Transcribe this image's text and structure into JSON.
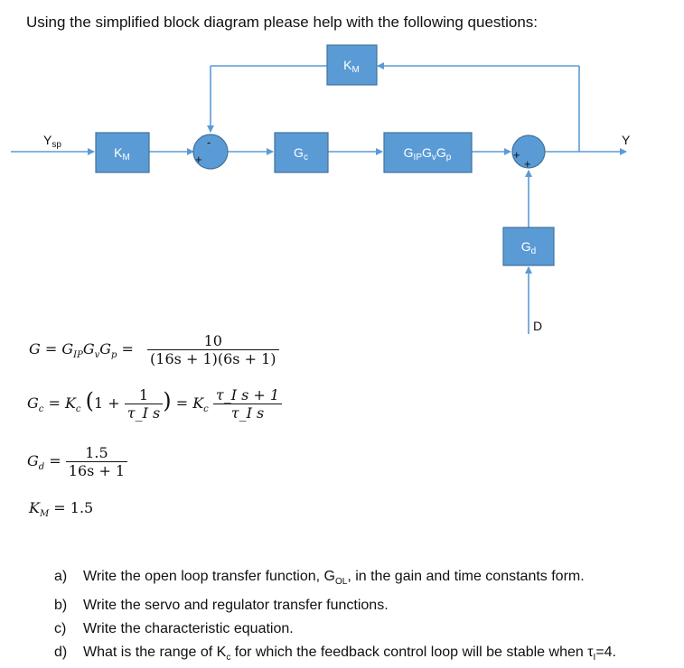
{
  "heading": "Using the simplified block diagram please help with the following questions:",
  "diagram": {
    "blocks": {
      "feedback": "K",
      "feedback_sub": "M",
      "input_scaling": "K",
      "input_scaling_sub": "M",
      "controller": "G",
      "controller_sub": "c",
      "process": "G",
      "process_sub_1": "IP",
      "process_mid_1": "G",
      "process_sub_2": "v",
      "process_mid_2": "G",
      "process_sub_3": "p",
      "disturbance": "G",
      "disturbance_sub": "d"
    },
    "signals": {
      "setpoint": "Y",
      "setpoint_sub": "sp",
      "output": "Y",
      "disturbance_input": "D"
    },
    "signs": {
      "comparator_top": "-",
      "comparator_left": "+",
      "summer_left": "+",
      "summer_bottom": "+"
    }
  },
  "equations": {
    "G": {
      "lhs": "G = G_{IP} G_v G_p =",
      "num": "10",
      "den": "(16s + 1)(6s + 1)"
    },
    "Gc": {
      "lhs": "G_c = K_c",
      "inner_num": "1",
      "inner_den": "τ_I s",
      "rhs_prefix": "= K_c",
      "num": "τ_I s + 1",
      "den": "τ_I s"
    },
    "Gd": {
      "lhs": "G_d =",
      "num": "1.5",
      "den": "16s + 1"
    },
    "KM": "K_M = 1.5"
  },
  "questions": [
    {
      "mark": "a)",
      "text": "Write the open loop transfer function, G",
      "sub": "OL",
      "tail": ", in the gain and time constants form."
    },
    {
      "mark": "b)",
      "text": "Write the servo and regulator transfer functions.",
      "sub": "",
      "tail": ""
    },
    {
      "mark": "c)",
      "text": "Write the characteristic equation.",
      "sub": "",
      "tail": ""
    },
    {
      "mark": "d)",
      "text": "What is the range of K",
      "sub": "c",
      "tail": " for which the feedback control loop will be stable when τ",
      "sub2": "I",
      "tail2": "=4."
    }
  ]
}
